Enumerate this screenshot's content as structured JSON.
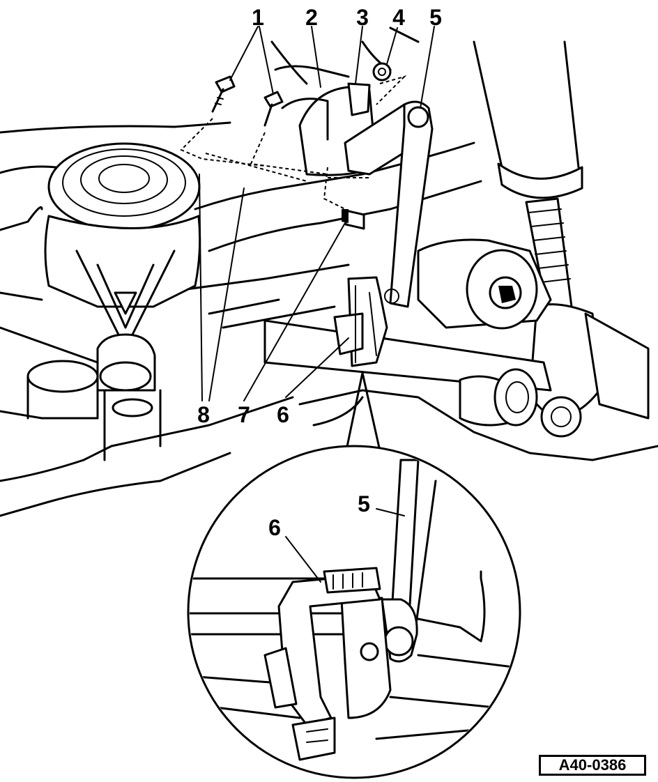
{
  "callouts": {
    "c1": "1",
    "c2": "2",
    "c3": "3",
    "c4": "4",
    "c5": "5",
    "c5_detail": "5",
    "c6": "6",
    "c6_detail": "6",
    "c7": "7",
    "c8": "8"
  },
  "reference_code": "A40-0386"
}
